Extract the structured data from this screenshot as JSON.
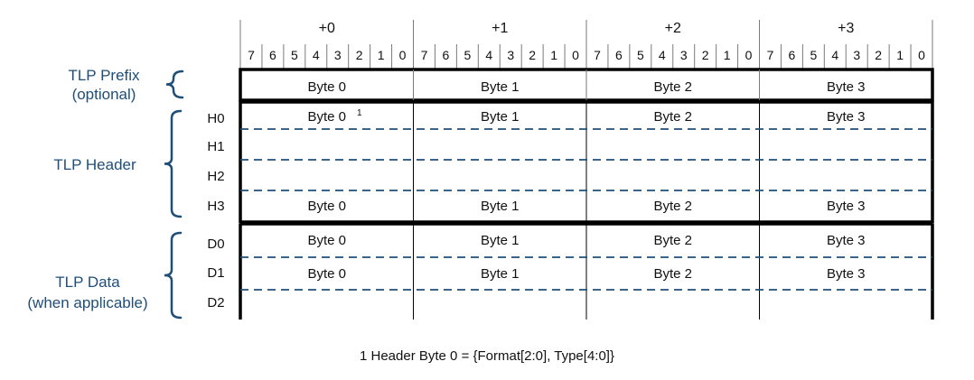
{
  "offsets": [
    "+0",
    "+1",
    "+2",
    "+3"
  ],
  "bit_labels": [
    "7",
    "6",
    "5",
    "4",
    "3",
    "2",
    "1",
    "0"
  ],
  "groups": [
    {
      "title_lines": [
        "TLP Prefix",
        "(optional)"
      ],
      "rows": [
        ""
      ]
    },
    {
      "title_lines": [
        "TLP Header"
      ],
      "rows": [
        "H0",
        "H1",
        "H2",
        "H3"
      ]
    },
    {
      "title_lines": [
        "TLP Data",
        "(when applicable)"
      ],
      "rows": [
        "D0",
        "D1",
        "D2"
      ]
    }
  ],
  "cells": {
    "prefix": [
      "Byte 0",
      "Byte 1",
      "Byte 2",
      "Byte 3"
    ],
    "H0": [
      "Byte 0",
      "Byte 1",
      "Byte 2",
      "Byte 3"
    ],
    "H0_note_marker": "1",
    "H1": [
      "",
      "",
      "",
      ""
    ],
    "H2": [
      "",
      "",
      "",
      ""
    ],
    "H3": [
      "Byte 0",
      "Byte 1",
      "Byte 2",
      "Byte 3"
    ],
    "D0": [
      "Byte 0",
      "Byte 1",
      "Byte 2",
      "Byte 3"
    ],
    "D1": [
      "Byte 0",
      "Byte 1",
      "Byte 2",
      "Byte 3"
    ],
    "D2": [
      "",
      "",
      "",
      ""
    ]
  },
  "footnote": "1 Header Byte 0 = {Format[2:0], Type[4:0]}",
  "colors": {
    "label": "#1f4e79",
    "brace": "#1f4e79",
    "dash": "#1f4e79",
    "line": "#000000",
    "grid": "#7a7a7a"
  }
}
